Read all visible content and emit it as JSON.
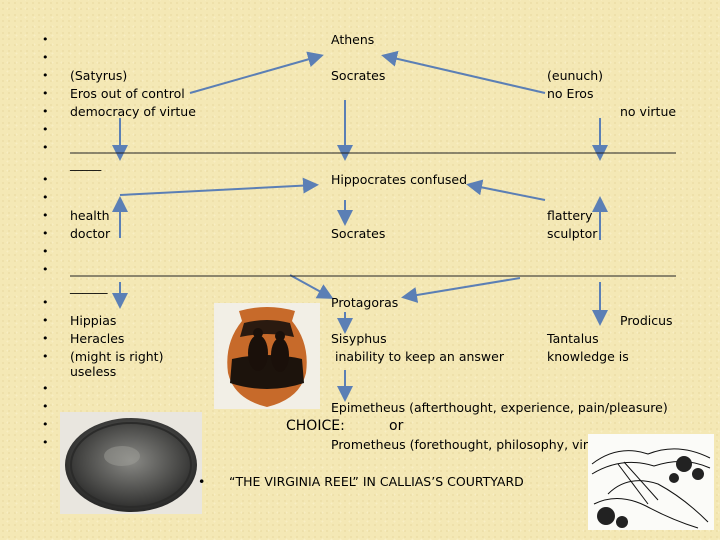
{
  "row1": {
    "top": "Athens",
    "left_lines": [
      "(Satyrus)",
      "Eros out of control",
      "democracy of virtue"
    ],
    "center": "Socrates",
    "right_lines": [
      "(eunuch)",
      "no Eros"
    ],
    "right_far": "no virtue",
    "separator_tail": "_____"
  },
  "row2": {
    "top": "Hippocrates confused",
    "left_lines": [
      "health",
      "doctor"
    ],
    "center": "Socrates",
    "right_lines": [
      "flattery",
      "sculptor"
    ],
    "separator_tail": "______"
  },
  "row3": {
    "top": "Protagoras",
    "left_lines": [
      "Hippias",
      "Heracles",
      "(might is right)",
      "useless"
    ],
    "center_lines": [
      "Sisyphus",
      " inability to keep an answer"
    ],
    "right_far": "Prodicus",
    "right_lines": [
      "Tantalus",
      "knowledge is"
    ]
  },
  "epimetheus": "Epimetheus (afterthought, experience, pain/pleasure)",
  "choice": "CHOICE:",
  "or": "or",
  "prometheus": "Prometheus (forethought, philosophy, vir",
  "caption": "“THE VIRGINIA REEL” IN CALLIAS’S COURTYARD",
  "bullet_glyph": "•",
  "colors": {
    "background": "#f4e8b5",
    "arrow": "#5b7fb5"
  },
  "icons": [
    "greek-vase-image",
    "bronze-mirror-image",
    "engraving-image"
  ]
}
